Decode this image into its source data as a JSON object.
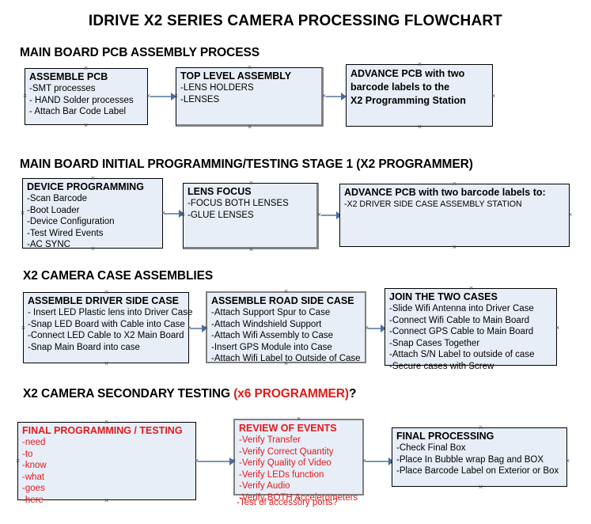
{
  "title": "IDRIVE X2  SERIES CAMERA PROCESSING FLOWCHART",
  "colors": {
    "box_fill": "#e8eef8",
    "box_border": "#000000",
    "selected_border": "#808080",
    "connector": "#7d96b8",
    "accent_red": "#e01b1b",
    "text": "#000000",
    "background": "#ffffff"
  },
  "sections": [
    {
      "heading": "MAIN BOARD PCB ASSEMBLY PROCESS",
      "heading_accent": "",
      "heading_tail": "",
      "boxes": [
        {
          "title": "ASSEMBLE PCB",
          "lines": [
            "-SMT processes",
            "- HAND Solder processes",
            "- Attach Bar Code Label"
          ]
        },
        {
          "title": "TOP LEVEL ASSEMBLY",
          "lines": [
            "-LENS HOLDERS",
            "-LENSES"
          ]
        },
        {
          "title": "ADVANCE PCB with two",
          "lines": [
            "barcode labels to the",
            " X2 Programming Station"
          ]
        }
      ]
    },
    {
      "heading": "MAIN BOARD INITIAL PROGRAMMING/TESTING STAGE 1 (X2 PROGRAMMER)",
      "heading_accent": "",
      "heading_tail": "",
      "boxes": [
        {
          "title": "DEVICE PROGRAMMING",
          "lines": [
            "-Scan Barcode",
            "-Boot Loader",
            "-Device Configuration",
            "-Test Wired Events",
            "-AC SYNC"
          ]
        },
        {
          "title": "LENS FOCUS",
          "lines": [
            "-FOCUS BOTH LENSES",
            "-GLUE LENSES"
          ]
        },
        {
          "title": "ADVANCE PCB with two barcode labels to:",
          "lines": [
            "-X2 DRIVER  SIDE  CASE  ASSEMBLY STATION"
          ]
        }
      ]
    },
    {
      "heading": "X2 CAMERA CASE ASSEMBLIES",
      "heading_accent": "",
      "heading_tail": "",
      "boxes": [
        {
          "title": "ASSEMBLE DRIVER SIDE CASE",
          "lines": [
            "- Insert LED Plastic lens into Driver Case",
            "-Snap LED Board with Cable into Case",
            "-Connect LED Cable to X2 Main Board",
            "-Snap Main Board into case"
          ]
        },
        {
          "title": "ASSEMBLE ROAD SIDE CASE",
          "lines": [
            "-Attach Support Spur to Case",
            "-Attach Windshield Support",
            "-Attach Wifi Assembly to Case",
            "-Insert GPS Module into Case",
            "-Attach Wifi Label to Outside of Case"
          ]
        },
        {
          "title": "JOIN THE TWO CASES",
          "lines": [
            "-Slide Wifi Antenna into Driver Case",
            "-Connect Wifi Cable to Main Board",
            "-Connect GPS Cable to Main Board",
            "-Snap Cases Together",
            "-Attach S/N Label to outside of case",
            "-Secure cases with Screw"
          ]
        }
      ]
    },
    {
      "heading": "X2 CAMERA SECONDARY TESTING ",
      "heading_accent": "(x6 PROGRAMMER)",
      "heading_tail": "?",
      "boxes": [
        {
          "title": "FINAL PROGRAMMING / TESTING",
          "lines": [
            "-need",
            "-to",
            "-know",
            "-what",
            "-goes",
            "-here"
          ]
        },
        {
          "title": "REVIEW OF EVENTS",
          "lines": [
            "-Verify Transfer",
            "-Verify Correct Quantity",
            "-Verify Quality of Video",
            "-Verify LEDs function",
            "-Verify Audio",
            "-Verify BOTH Accelerometers"
          ],
          "overflow_line": "-Test of accessory ports?"
        },
        {
          "title": "FINAL PROCESSING",
          "lines": [
            " -Check Final Box",
            "-Place In Bubble wrap Bag and BOX",
            "-Place Barcode Label on Exterior or Box"
          ]
        }
      ]
    }
  ]
}
